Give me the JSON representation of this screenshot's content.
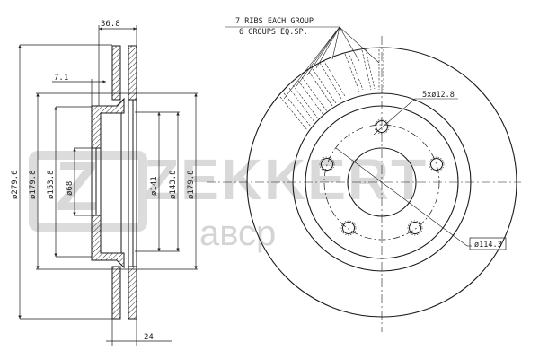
{
  "watermark": {
    "brand": "ZEKKERT",
    "sub": "авср",
    "logo_letter": "Z"
  },
  "section_view": {
    "dims": {
      "width_total": "36.8",
      "hat_offset": "7.1",
      "outer_dia": "ø279.6",
      "inner_dia_a": "ø179.8",
      "hat_dia": "ø153.8",
      "bore_dia": "ø68",
      "hub_dia_a": "ø141",
      "hub_dia_b": "ø143.8",
      "inner_dia_b": "ø179.8",
      "thickness": "24"
    }
  },
  "front_view": {
    "notes": {
      "ribs_line1": "7 RIBS EACH GROUP",
      "ribs_line2": "6 GROUPS EQ.SP."
    },
    "bolt_holes": "5xø12.8",
    "pcd": "ø114.3"
  },
  "colors": {
    "line": "#1a1a1a",
    "watermark": "#d9d9d9",
    "background": "#ffffff"
  }
}
